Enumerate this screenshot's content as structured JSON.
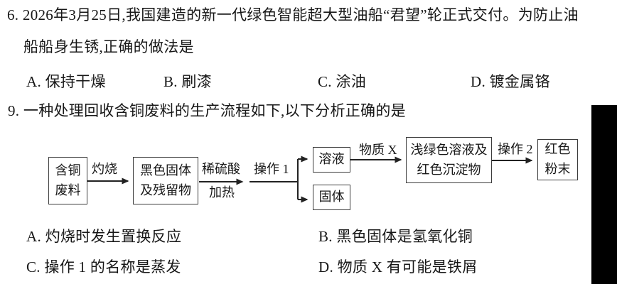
{
  "q6": {
    "line1": "6. 2026年3月25日,我国建造的新一代绿色智能超大型油船“君望”轮正式交付。为防止油",
    "line2": "船船身生锈,正确的做法是",
    "options": [
      "A. 保持干燥",
      "B. 刷漆",
      "C. 涂油",
      "D. 镀金属铬"
    ]
  },
  "q9": {
    "stem": "9. 一种处理回收含铜废料的生产流程如下,以下分析正确的是",
    "flowchart": {
      "box_copper": {
        "line1": "含铜",
        "line2": "废料"
      },
      "label_calcination": "灼烧",
      "box_black": {
        "line1": "黑色固体",
        "line2": "及残留物"
      },
      "label_acid": "稀硫酸",
      "label_heat": "加热",
      "label_op1": "操作 1",
      "box_solution": "溶液",
      "box_solid": "固体",
      "label_substance_x": "物质 X",
      "box_green": {
        "line1": "浅绿色溶液及",
        "line2": "红色沉淀物"
      },
      "label_op2": "操作 2",
      "box_red": {
        "line1": "红色",
        "line2": "粉末"
      }
    },
    "options": [
      "A. 灼烧时发生置换反应",
      "B. 黑色固体是氢氧化铜",
      "C. 操作 1 的名称是蒸发",
      "D. 物质 X 有可能是铁屑"
    ]
  }
}
